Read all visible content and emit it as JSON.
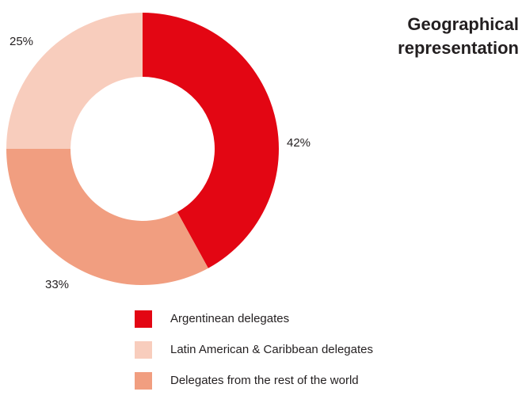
{
  "title": {
    "line1": "Geographical",
    "line2": "representation"
  },
  "chart_data": {
    "type": "donut",
    "title": "Geographical representation",
    "slices": [
      {
        "label": "Argentinean delegates",
        "value": 42,
        "display": "42%",
        "color": "#e30613"
      },
      {
        "label": "Delegates from the rest of the world",
        "value": 33,
        "display": "33%",
        "color": "#f19e80"
      },
      {
        "label": "Latin American & Caribbean delegates",
        "value": 25,
        "display": "25%",
        "color": "#f8cdbd"
      }
    ],
    "legend": [
      {
        "label": "Argentinean delegates",
        "color": "#e30613"
      },
      {
        "label": "Latin American & Caribbean delegates",
        "color": "#f8cdbd"
      },
      {
        "label": "Delegates from the rest of the world",
        "color": "#f19e80"
      }
    ],
    "start_angle": "12 o'clock",
    "direction": "clockwise",
    "legend_position": "bottom"
  }
}
